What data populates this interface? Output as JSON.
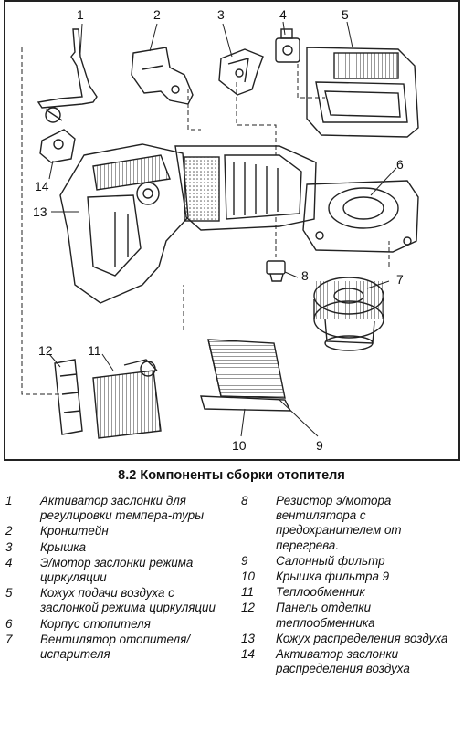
{
  "figure": {
    "callouts": [
      "1",
      "2",
      "3",
      "4",
      "5",
      "6",
      "7",
      "8",
      "9",
      "10",
      "11",
      "12",
      "13",
      "14"
    ]
  },
  "caption": "8.2 Компоненты сборки отопителя",
  "legend": {
    "left": [
      {
        "num": "1",
        "text": "Активатор заслонки для регулировки темпера-туры"
      },
      {
        "num": "2",
        "text": "Кронштейн"
      },
      {
        "num": "3",
        "text": "Крышка"
      },
      {
        "num": "4",
        "text": "Э/мотор заслонки режима циркуляции"
      },
      {
        "num": "5",
        "text": "Кожух подачи воздуха с заслонкой режима циркуляции"
      },
      {
        "num": "6",
        "text": "Корпус отопителя"
      },
      {
        "num": "7",
        "text": "Вентилятор отопителя/ испарителя"
      }
    ],
    "right": [
      {
        "num": "8",
        "text": "Резистор э/мотора вентилятора с предохранителем от перегрева."
      },
      {
        "num": "9",
        "text": "Салонный фильтр"
      },
      {
        "num": "10",
        "text": "Крышка фильтра 9"
      },
      {
        "num": "11",
        "text": "Теплообменник"
      },
      {
        "num": "12",
        "text": "Панель отделки теплообменника"
      },
      {
        "num": "13",
        "text": "Кожух распределения воздуха"
      },
      {
        "num": "14",
        "text": "Активатор заслонки распределения воздуха"
      }
    ]
  }
}
